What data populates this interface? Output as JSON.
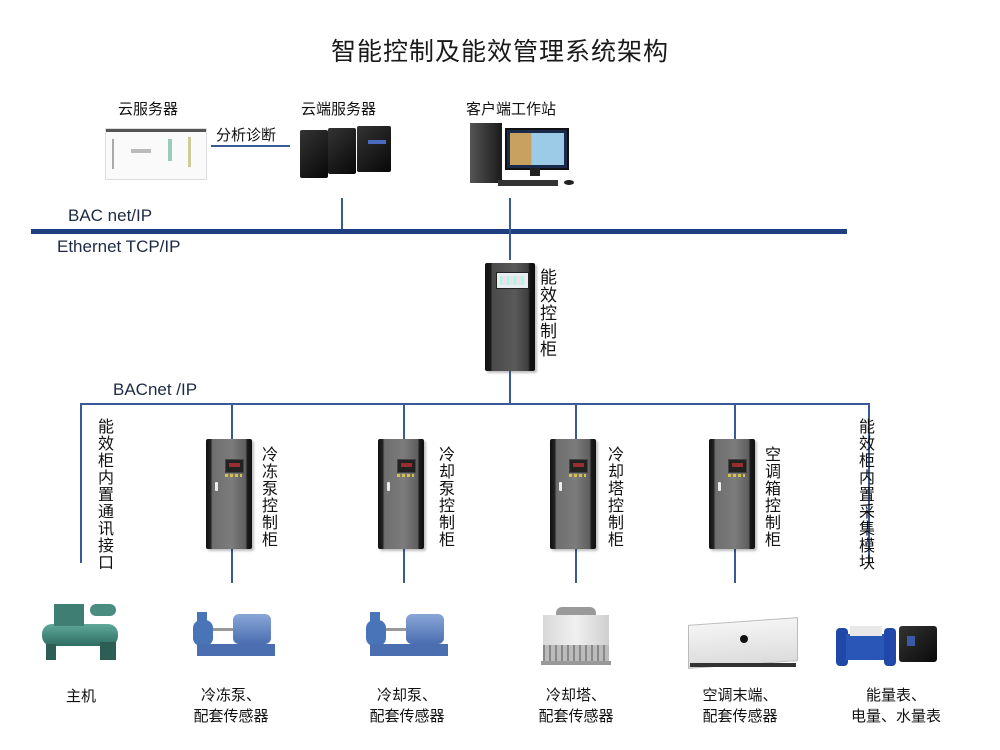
{
  "title": "智能控制及能效管理系统架构",
  "top_nodes": {
    "cloud_server": "云服务器",
    "analysis_link": "分析诊断",
    "cloud_end_server": "云端服务器",
    "client_workstation": "客户端工作站"
  },
  "networks": {
    "upper_top": "BAC net/IP",
    "upper_bottom": "Ethernet TCP/IP",
    "lower": "BACnet /IP"
  },
  "main_cabinet": "能效控制柜",
  "branches": [
    {
      "label": "能效柜内置通讯接口",
      "device": "主机",
      "device_line2": ""
    },
    {
      "label": "冷冻泵控制柜",
      "device": "冷冻泵、",
      "device_line2": "配套传感器"
    },
    {
      "label": "冷却泵控制柜",
      "device": "冷却泵、",
      "device_line2": "配套传感器"
    },
    {
      "label": "冷却塔控制柜",
      "device": "冷却塔、",
      "device_line2": "配套传感器"
    },
    {
      "label": "空调箱控制柜",
      "device": "空调末端、",
      "device_line2": "配套传感器"
    },
    {
      "label": "能效柜内置采集模块",
      "device": "能量表、",
      "device_line2": "电量、水量表"
    }
  ],
  "colors": {
    "bus": "#1f3f80",
    "line": "#3a5a95"
  }
}
